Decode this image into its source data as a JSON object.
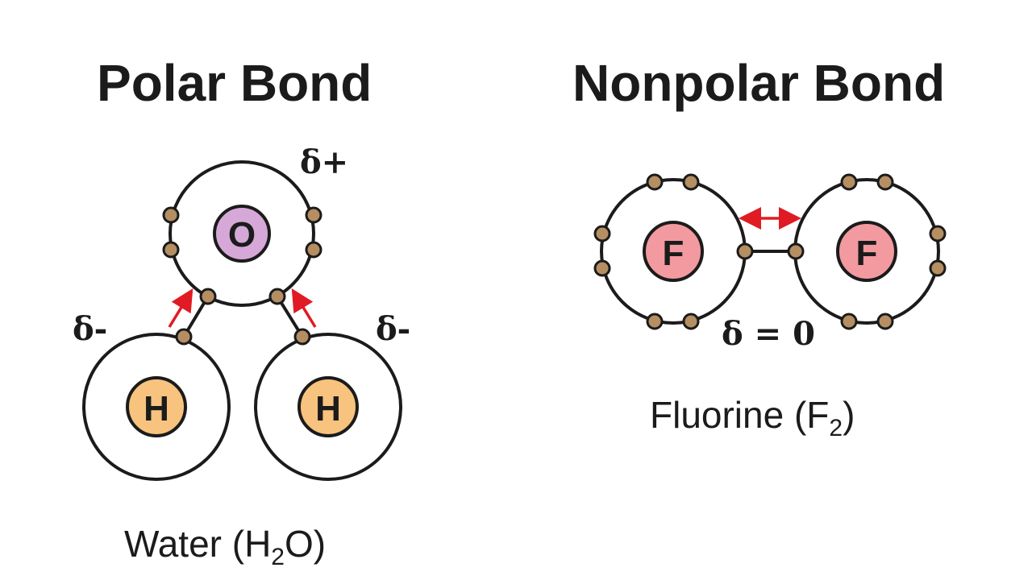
{
  "polar": {
    "title": "Polar Bond",
    "caption_prefix": "Water (H",
    "caption_sub": "2",
    "caption_suffix": "O)",
    "oxygen_label": "O",
    "hydrogen_label": "H",
    "delta_positive": "δ+",
    "delta_negative": "δ-"
  },
  "nonpolar": {
    "title": "Nonpolar Bond",
    "caption_prefix": "Fluorine (F",
    "caption_sub": "2",
    "caption_suffix": ")",
    "fluorine_label": "F",
    "delta_zero": "δ = 0"
  },
  "colors": {
    "electron": "#b58e62",
    "oxygen_nucleus": "#d6a8d8",
    "hydrogen_nucleus": "#f7c37e",
    "fluorine_nucleus": "#f29aa0",
    "arrow": "#e01b24",
    "shell": "#1b1b1b"
  }
}
